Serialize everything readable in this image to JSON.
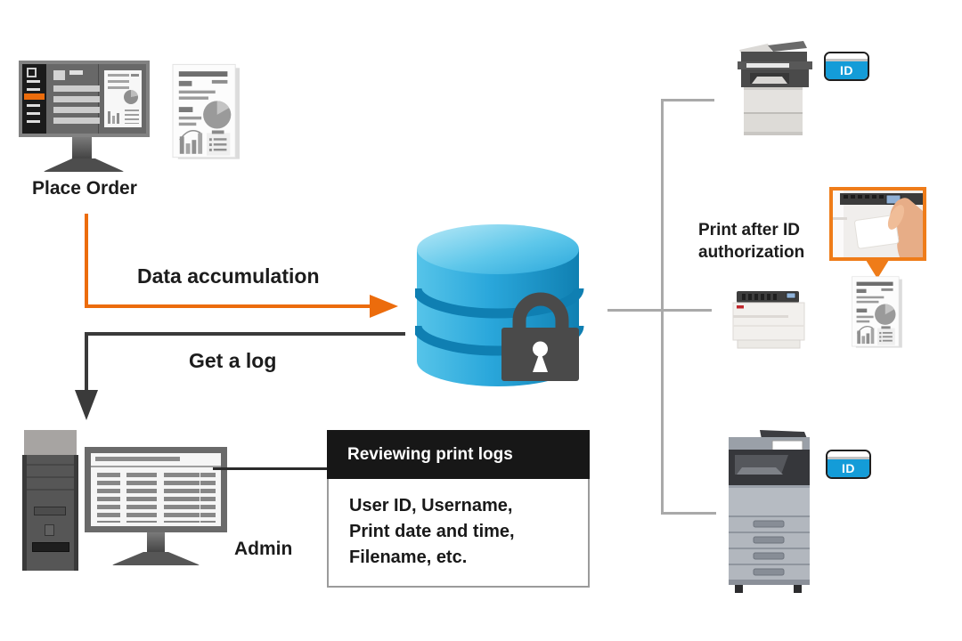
{
  "labels": {
    "place_order": "Place Order",
    "data_accumulation": "Data accumulation",
    "get_a_log": "Get a log",
    "admin": "Admin",
    "print_after_id": "Print after ID authorization"
  },
  "log_box": {
    "title": "Reviewing print logs",
    "lines": [
      "User ID, Username,",
      "Print date and time,",
      "Filename, etc."
    ]
  },
  "id_card": {
    "label": "ID"
  },
  "colors": {
    "accent_orange": "#ec6c0c",
    "flow_black": "#3a3a3a",
    "connector_gray": "#a9a9a9",
    "database_blue": "#2aa7db",
    "database_blue_dark": "#1080b2",
    "id_card_blue": "#149cd8",
    "lock_gray": "#4a4a4a",
    "log_box_header_bg": "#171717"
  }
}
